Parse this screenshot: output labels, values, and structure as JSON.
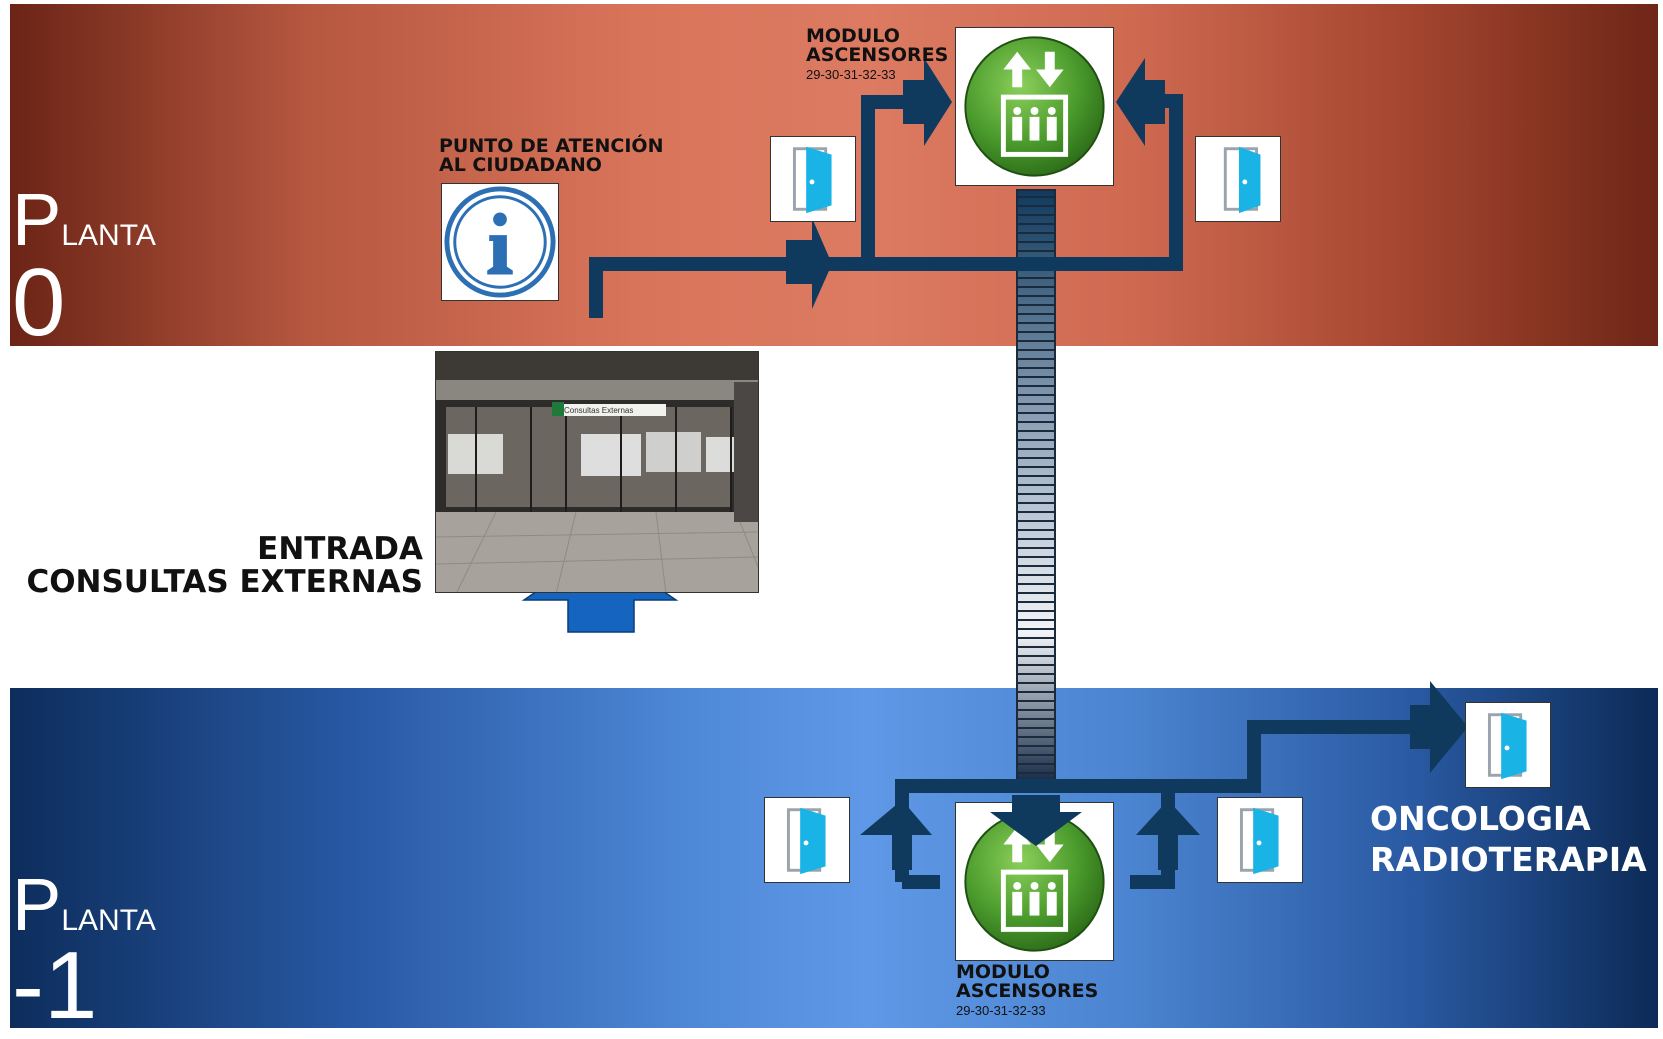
{
  "planta0": {
    "cap": "P",
    "rest": "LANTA",
    "num": "0",
    "color_top": "#d8745a"
  },
  "planta_1": {
    "cap": "P",
    "rest": "LANTA",
    "num": "-1",
    "color_top": "#5f98e6"
  },
  "atencion": {
    "line1": "PUNTO DE ATENCIÓN",
    "line2": "AL CIUDADANO"
  },
  "modulo_top": {
    "line1": "MODULO",
    "line2": "ASCENSORES",
    "numbers": "29-30-31-32-33"
  },
  "modulo_bottom": {
    "line1": "MODULO",
    "line2": "ASCENSORES",
    "numbers": "29-30-31-32-33"
  },
  "entrada": {
    "line1": "ENTRADA",
    "line2": "CONSULTAS EXTERNAS"
  },
  "photo": {
    "sign": "Consultas Externas"
  },
  "oncologia": {
    "line1": "ONCOLOGIA",
    "line2": "RADIOTERAPIA"
  },
  "colors": {
    "route": "#0f3a5e",
    "entry_arrow": "#1565c0",
    "door": "#1ab3e6",
    "elevator": "#4a9a2c"
  },
  "icons": [
    "info-icon",
    "elevator-icon",
    "door-icon",
    "up-arrow-icon"
  ]
}
